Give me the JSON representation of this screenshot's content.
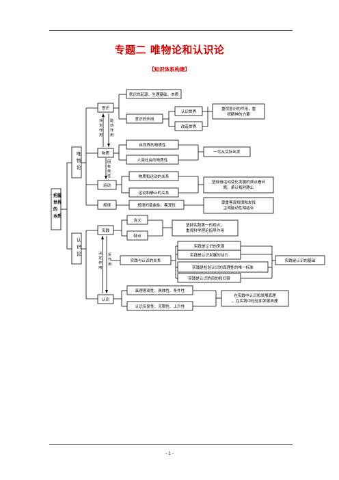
{
  "header": {
    "title": "专题二  唯物论和认识论",
    "subtitle": "【知识体系构建】"
  },
  "diagram": {
    "root": "把握世界的本质",
    "materialism": "唯物论",
    "epistemology": "认识论",
    "consciousness": "意识",
    "matter": "物质",
    "motion": "运动",
    "law": "规律",
    "practice": "实践",
    "cognition": "认识",
    "decides": "决定作用",
    "reacts": "能动作用",
    "inherent_attribute": "固有属性",
    "decides2": "决定作用",
    "reacts2": "反作用",
    "c_origin": "意识的起源、生理基础、本质",
    "c_role": "意识的作用",
    "know_world": "认识世界",
    "change_world": "改造世界",
    "c_conclusion": "重视意识的作用，重视精神的力量",
    "m_nature": "自然界的物质性",
    "m_society": "人类社会的物质性",
    "m_conclusion": "一切从实际出发",
    "mo_relation": "物质和运动的关系",
    "mo_static": "运动和静止的关系",
    "mo_conclusion": "坚持用运动变化发展的观点看问题，承认相对静止",
    "l_props": "规律的普遍性、客观性",
    "l_conclusion": "尊重客观规律和发挥主观能动性相结合",
    "p_meaning": "含义",
    "p_feature": "特点",
    "p_conclusion": "坚持实践第一的观点，重视科学理论指导作用",
    "pk_relation": "实践与认识的关系",
    "pk_source": "实践是认识的来源",
    "pk_power": "实践是认识发展的动力",
    "pk_standard": "实践是检验认识的真理性的唯一标准",
    "pk_goal": "实践是认识的目的和归宿",
    "pk_conclusion": "实践是认识的基础",
    "truth_props": "真理客观性、具体性、条件性",
    "cog_props": "认识反复性、无限性、上升性",
    "cog_conclusion": "在实践中认识和发展真理，在实践中检验和发展真理"
  },
  "footer": {
    "page_number": "- 1 -"
  }
}
